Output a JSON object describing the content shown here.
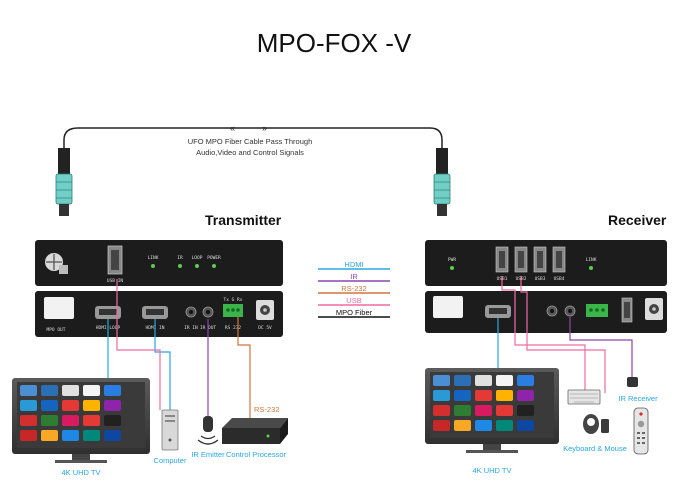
{
  "title": "MPO-FOX -V",
  "fiber_caption": {
    "line1": "UFO MPO Fiber Cable Pass Through",
    "line2": "Audio,Video and Control Signals"
  },
  "transmitter": {
    "title": "Transmitter",
    "top_panel": {
      "usb_label": "USB IN",
      "leds": [
        "LINK",
        "IR",
        "LOOP",
        "POWER"
      ]
    },
    "bottom_panel": {
      "mpo_label": "MPO OUT",
      "hdmi_loop_label": "HDMI LOOP",
      "hdmi_in_label": "HDMI IN",
      "ir_in_label": "IR IN",
      "ir_out_label": "IR OUT",
      "rs232_label": "RS 232",
      "rs232_pins": "Tx  G  Rx",
      "dc_label": "DC 5V"
    }
  },
  "receiver": {
    "title": "Receiver",
    "top_panel": {
      "pwr_label": "PWR",
      "usb_ports": [
        "USB1",
        "USB2",
        "USB3",
        "USB4"
      ],
      "link_label": "LINK"
    }
  },
  "legend": [
    {
      "label": "HDMI",
      "color": "#29a8e0"
    },
    {
      "label": "IR",
      "color": "#8e44ad"
    },
    {
      "label": "RS-232",
      "color": "#d2753a"
    },
    {
      "label": "USB",
      "color": "#f06aa0"
    },
    {
      "label": "MPO Fiber",
      "color": "#111111"
    }
  ],
  "devices": {
    "tv_tx": "4K UHD TV",
    "computer": "Computer",
    "ir_emitter": "IR Emitter",
    "control_processor": "Control Processor",
    "rs232_tag": "RS-232",
    "tv_rx": "4K UHD TV",
    "keyboard_mouse": "Keyboard & Mouse",
    "ir_receiver": "IR Receiver"
  },
  "colors": {
    "hdmi": "#29a8e0",
    "ir": "#8e44ad",
    "rs232": "#d2753a",
    "usb": "#f06aa0",
    "fiber": "#111111",
    "device_body": "#1c1c1c",
    "mpo_connector": "#6fcfc6"
  }
}
